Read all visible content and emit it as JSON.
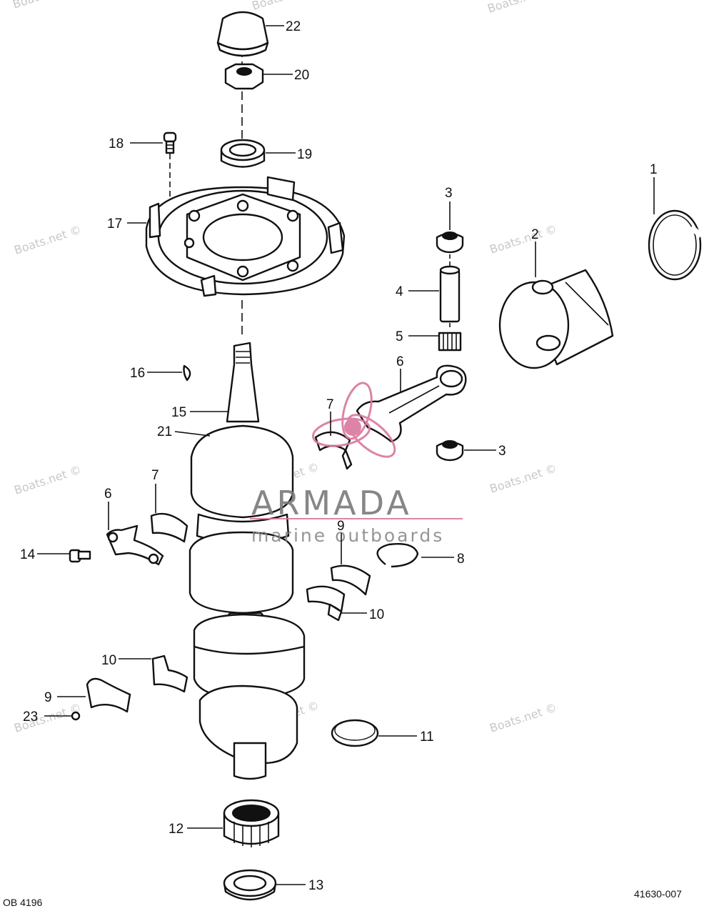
{
  "callouts": [
    {
      "id": "c22",
      "text": "22"
    },
    {
      "id": "c20",
      "text": "20"
    },
    {
      "id": "c19",
      "text": "19"
    },
    {
      "id": "c18",
      "text": "18"
    },
    {
      "id": "c17",
      "text": "17"
    },
    {
      "id": "c1",
      "text": "1"
    },
    {
      "id": "c2",
      "text": "2"
    },
    {
      "id": "c3a",
      "text": "3"
    },
    {
      "id": "c4",
      "text": "4"
    },
    {
      "id": "c5",
      "text": "5"
    },
    {
      "id": "c6a",
      "text": "6"
    },
    {
      "id": "c16",
      "text": "16"
    },
    {
      "id": "c15",
      "text": "15"
    },
    {
      "id": "c21",
      "text": "21"
    },
    {
      "id": "c7a",
      "text": "7"
    },
    {
      "id": "c3b",
      "text": "3"
    },
    {
      "id": "c6b",
      "text": "6"
    },
    {
      "id": "c7b",
      "text": "7"
    },
    {
      "id": "c14",
      "text": "14"
    },
    {
      "id": "c9a",
      "text": "9"
    },
    {
      "id": "c8",
      "text": "8"
    },
    {
      "id": "c10a",
      "text": "10"
    },
    {
      "id": "c10b",
      "text": "10"
    },
    {
      "id": "c9b",
      "text": "9"
    },
    {
      "id": "c23",
      "text": "23"
    },
    {
      "id": "c11",
      "text": "11"
    },
    {
      "id": "c12",
      "text": "12"
    },
    {
      "id": "c13",
      "text": "13"
    }
  ],
  "watermark_text": "Boats.net ©",
  "brand": {
    "name": "ARMADA",
    "tagline": "marine outboards",
    "accent_color": "#d9779e"
  },
  "footer": {
    "left_code": "OB 4196",
    "right_code": "41630-007"
  },
  "colors": {
    "ink": "#111111",
    "watermark": "#c8c8c8",
    "brand_gray": "#7a7a7a"
  }
}
